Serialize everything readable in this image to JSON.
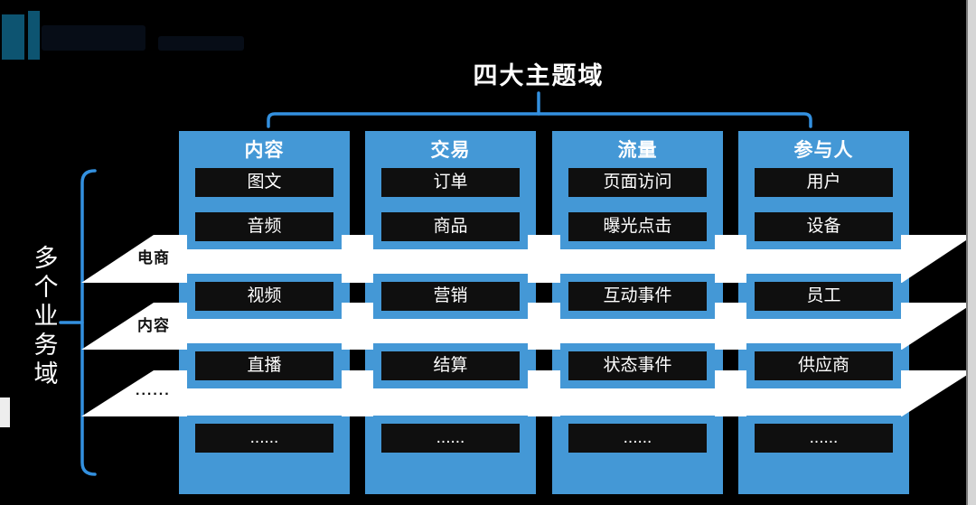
{
  "slide": {
    "title": "四大主题域",
    "left_axis_label": "多个业务域",
    "business_domain_bands": [
      {
        "label": "电商"
      },
      {
        "label": "内容"
      },
      {
        "label": "......"
      }
    ],
    "theme_columns": [
      {
        "header": "内容",
        "items": [
          "图文",
          "音频",
          "视频",
          "直播",
          "......"
        ]
      },
      {
        "header": "交易",
        "items": [
          "订单",
          "商品",
          "营销",
          "结算",
          "......"
        ]
      },
      {
        "header": "流量",
        "items": [
          "页面访问",
          "曝光点击",
          "互动事件",
          "状态事件",
          "......"
        ]
      },
      {
        "header": "参与人",
        "items": [
          "用户",
          "设备",
          "员工",
          "供应商",
          "......"
        ]
      }
    ],
    "colors": {
      "accent_blue": "#4498d6",
      "line_blue": "#3390df",
      "band_white": "#ffffff",
      "box_black": "#0f0f0f",
      "background": "#000000",
      "logo_teal": "#0d5471",
      "edge_gray": "#d5d5d5"
    }
  }
}
